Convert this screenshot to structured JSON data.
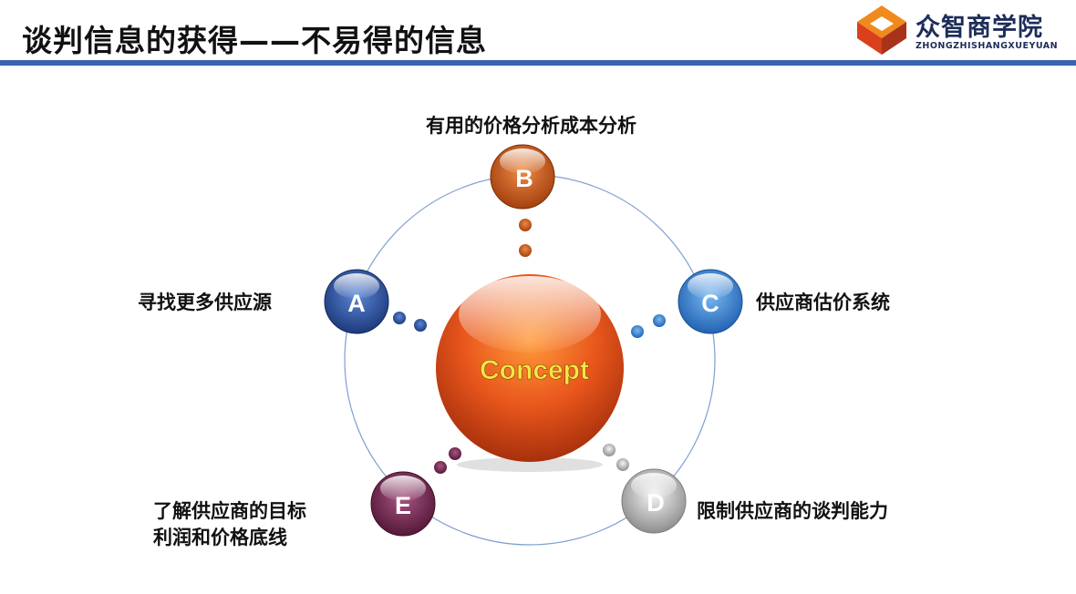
{
  "slide": {
    "title": "谈判信息的获得——不易得的信息"
  },
  "brand": {
    "name": "众智商学院",
    "subtitle": "ZHONGZHISHANGXUEYUAN"
  },
  "diagram": {
    "center": "Concept",
    "nodes": [
      {
        "letter": "A",
        "label": "寻找更多供应源"
      },
      {
        "letter": "B",
        "label": "有用的价格分析成本分析"
      },
      {
        "letter": "C",
        "label": "供应商估价系统"
      },
      {
        "letter": "D",
        "label": "限制供应商的谈判能力"
      },
      {
        "letter": "E",
        "label_line1": "了解供应商的目标",
        "label_line2": "利润和价格底线"
      }
    ]
  },
  "colors": {
    "title_rule": "#3a63b0",
    "center": "#e0531a",
    "center_text": "#f5e642",
    "node_a": "#2d4f9a",
    "node_b": "#c2501c",
    "node_c": "#2f7fcf",
    "node_d": "#bfbfbf",
    "node_e": "#7a2a55",
    "orbit": "#7f9fd0"
  }
}
